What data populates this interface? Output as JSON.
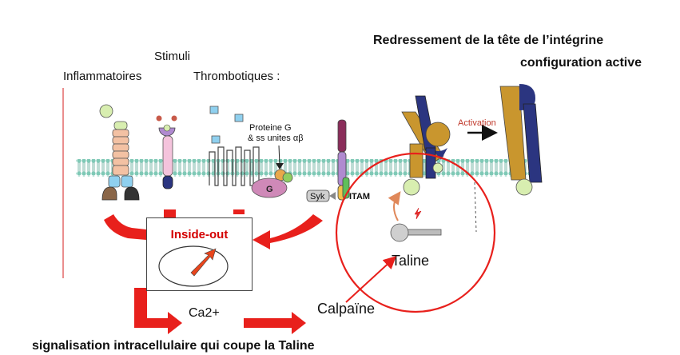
{
  "labels": {
    "stimuli": "Stimuli",
    "inflammatoires": "Inflammatoires",
    "thrombotiques": "Thrombotiques :",
    "title_line1": "Redressement de la tête de l’intégrine",
    "title_line2": "configuration active",
    "proteine_g_line1": "Proteine G",
    "proteine_g_line2": "& ss unites αβ",
    "g": "G",
    "syk": "Syk",
    "itam": "ITAM",
    "activation": "Activation",
    "inside_out": "Inside-out",
    "taline": "Taline",
    "ca2": "Ca2+",
    "calpaine": "Calpaïne",
    "signalisation": "signalisation intracellulaire qui coupe la Taline"
  },
  "colors": {
    "accent_red": "#e8201c",
    "membrane": "#7fc9b6",
    "integrin_gold": "#c9962e",
    "integrin_navy": "#2b3580",
    "ligand_green": "#d8eeb0"
  }
}
